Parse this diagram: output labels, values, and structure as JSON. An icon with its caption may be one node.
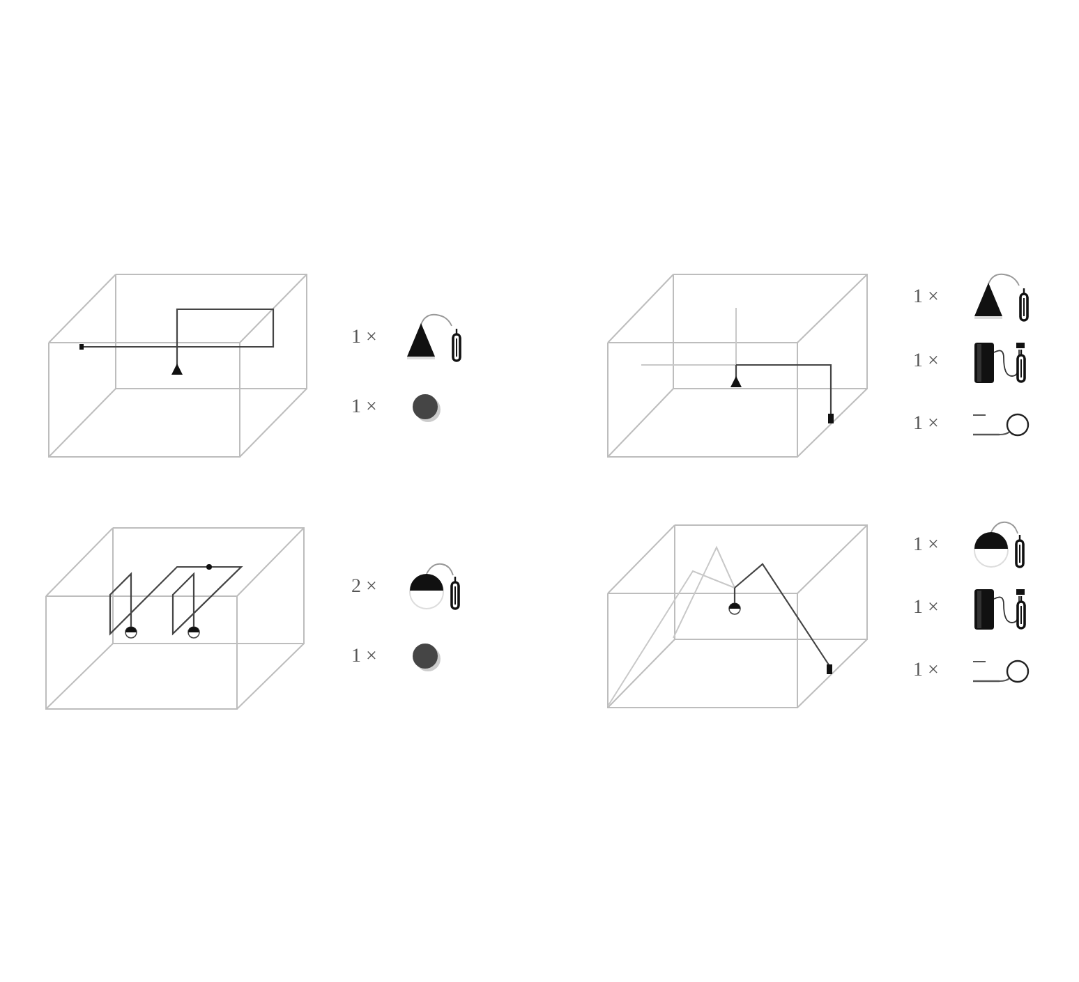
{
  "diagram": {
    "labels": [
      "1 ×",
      "1 ×",
      "1 ×",
      "1 ×",
      "1 ×",
      "2 ×",
      "1 ×",
      "1 ×",
      "1 ×",
      "1 ×"
    ]
  }
}
